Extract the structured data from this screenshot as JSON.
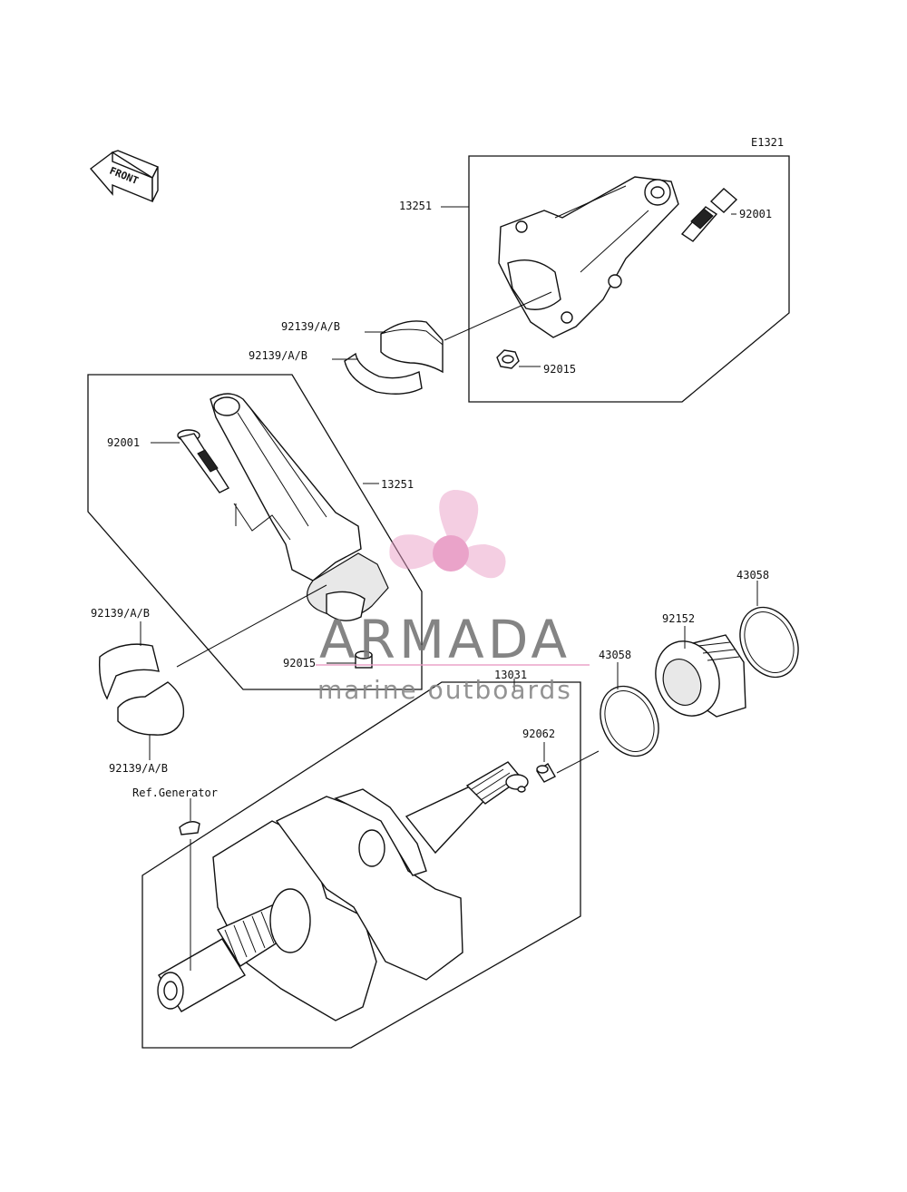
{
  "diagram_code": "E1321",
  "front_label": "FRONT",
  "labels": {
    "rod_top": "13251",
    "bolt_top": "92001",
    "bearing_top_a": "92139/A/B",
    "bearing_top_b": "92139/A/B",
    "nut_top": "92015",
    "bolt_mid": "92001",
    "rod_mid": "13251",
    "bearing_left_a": "92139/A/B",
    "bearing_left_b": "92139/A/B",
    "nut_mid": "92015",
    "crankshaft": "13031",
    "ring_right": "43058",
    "bearing_ring": "92152",
    "ring_mid": "43058",
    "plug": "92062",
    "ref_generator": "Ref.Generator"
  },
  "watermark": {
    "title": "ARMADA",
    "subtitle": "marine outboards",
    "color": "#e89ac4"
  }
}
